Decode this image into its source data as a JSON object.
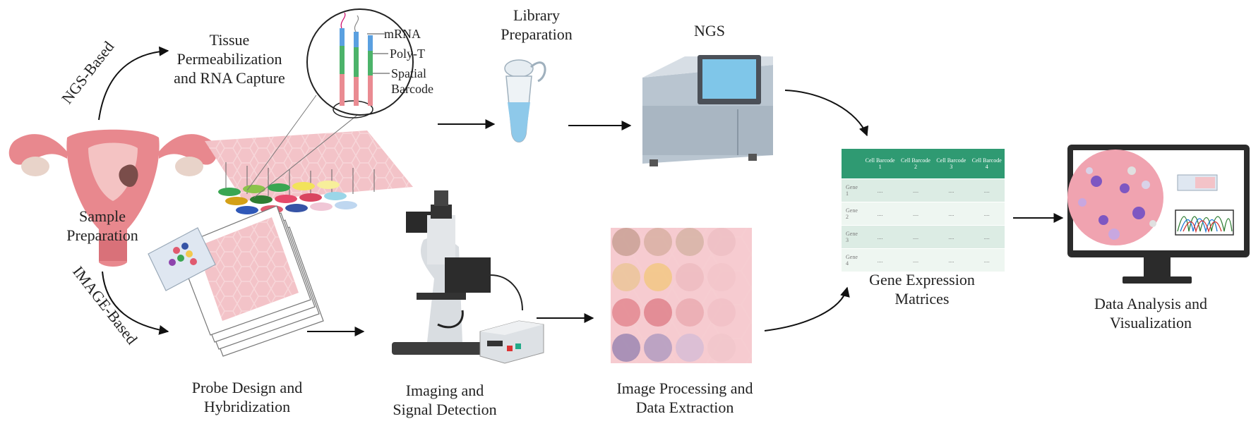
{
  "labels": {
    "ngs_based": "NGS-Based",
    "image_based": "IMAGE-Based",
    "sample_preparation": [
      "Sample",
      "Preparation"
    ],
    "tissue_permeabilization": [
      "Tissue",
      "Permeabilization",
      "and RNA Capture"
    ],
    "mrna": "mRNA",
    "poly_t": "Poly-T",
    "spatial_barcode": [
      "Spatial",
      "Barcode"
    ],
    "library_preparation": [
      "Library",
      "Preparation"
    ],
    "ngs": "NGS",
    "gene_expression_matrices": [
      "Gene Expression",
      "Matrices"
    ],
    "data_analysis": [
      "Data Analysis and",
      "Visualization"
    ],
    "probe_design": [
      "Probe Design and",
      "Hybridization"
    ],
    "imaging": [
      "Imaging and",
      "Signal Detection"
    ],
    "image_processing": [
      "Image Processing and",
      "Data Extraction"
    ]
  },
  "matrix": {
    "columns": [
      "Cell Barcode 1",
      "Cell Barcode 2",
      "Cell Barcode 3",
      "Cell Barcode 4"
    ],
    "rows": [
      {
        "gene": "Gene 1",
        "cells": [
          "....",
          "....",
          "....",
          "...."
        ]
      },
      {
        "gene": "Gene 2",
        "cells": [
          "....",
          "....",
          "....",
          "...."
        ]
      },
      {
        "gene": "Gene 3",
        "cells": [
          "....",
          "....",
          "....",
          "...."
        ]
      },
      {
        "gene": "Gene 4",
        "cells": [
          "....",
          "....",
          "....",
          "...."
        ]
      }
    ]
  },
  "colors": {
    "pink": "#e9a7ad",
    "green_header": "#2f9a72",
    "uterus": "#e8888e",
    "instrument": "#b7c3cf",
    "arrow": "#111111"
  }
}
